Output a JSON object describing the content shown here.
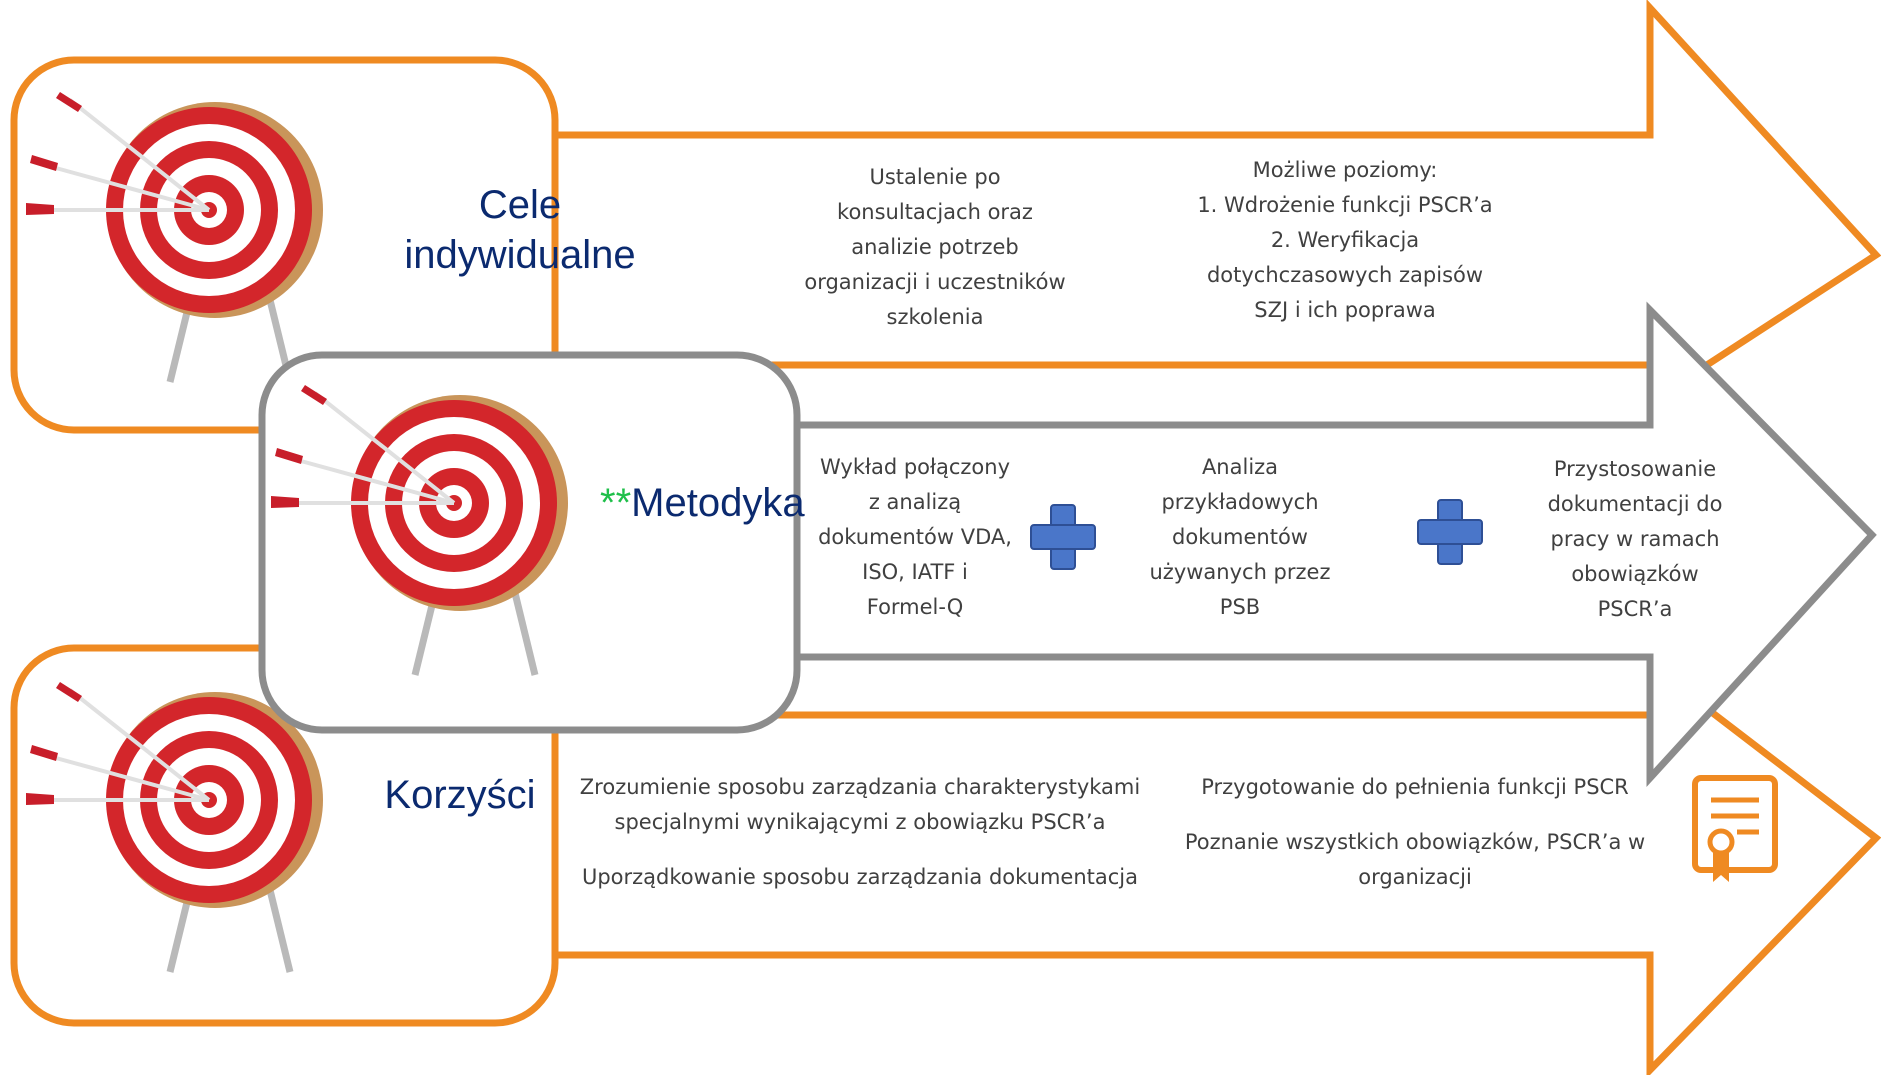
{
  "colors": {
    "orange": "#ef8a22",
    "gray": "#8c8c8c",
    "navy": "#0b2a6f",
    "plus_blue": "#4a76c9",
    "target_red": "#d3262b",
    "green_stars": "#1fbf4a",
    "body_text": "#404040"
  },
  "icons": [
    "target-icon",
    "plus-icon",
    "certificate-icon"
  ],
  "rows": {
    "cele": {
      "title": "Cele\nindywidualne",
      "col1": "Ustalenie po\nkonsultacjach oraz\nanalizie potrzeb\norganizacji i uczestników\nszkolenia",
      "col2": "Możliwe poziomy:\n1. Wdrożenie funkcji PSCR’a\n2. Weryfikacja\ndotychczasowych zapisów\nSZJ i ich poprawa"
    },
    "metodyka": {
      "title_prefix": "**",
      "title": "Metodyka",
      "col1": "Wykład połączony\nz analizą\ndokumentów VDA,\nISO, IATF i\nFormel-Q",
      "col2": "Analiza\nprzykładowych\ndokumentów\nużywanych przez\nPSB",
      "col3": "Przystosowanie\ndokumentacji do\npracy w ramach\nobowiązków\nPSCR’a"
    },
    "korzysci": {
      "title": "Korzyści",
      "item1": "Zrozumienie sposobu zarządzania charakterystykami\nspecjalnymi wynikającymi z obowiązku PSCR’a",
      "item2": "Uporządkowanie sposobu zarządzania dokumentacja",
      "item3": "Przygotowanie do pełnienia funkcji PSCR",
      "item4": "Poznanie wszystkich obowiązków, PSCR’a w\norganizacji"
    }
  }
}
